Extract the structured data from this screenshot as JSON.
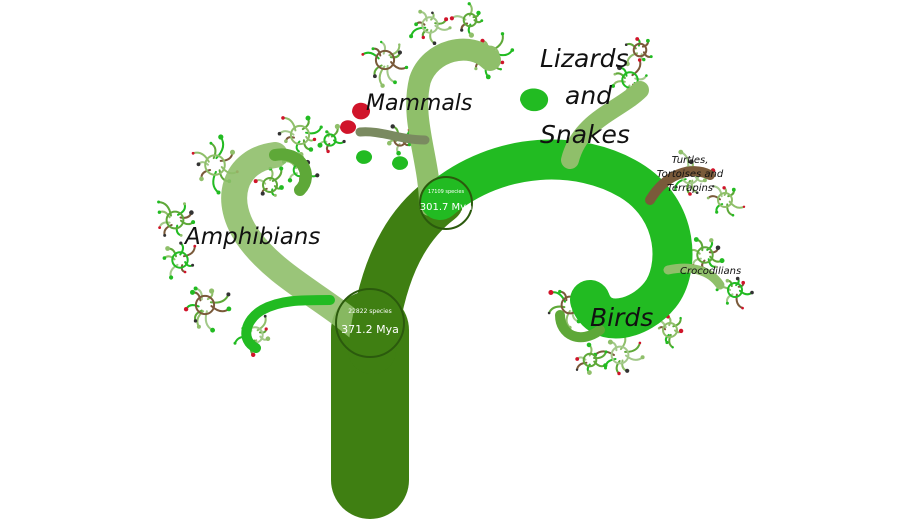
{
  "clades": {
    "amphibians": "Amphibians",
    "mammals": "Mammals",
    "lizards_line1": "Lizards",
    "lizards_line2": "and",
    "lizards_line3": "Snakes",
    "turtles_line1": "Turtles,",
    "turtles_line2": "Tortoises and",
    "turtles_line3": "Terrapins",
    "crocodilians": "Crocodilians",
    "birds": "Birds"
  },
  "nodes": {
    "root": {
      "species": "22822 species",
      "age": "371.2 Mya"
    },
    "amniote": {
      "species": "17109 species",
      "age": "301.7 Mya"
    }
  },
  "colors": {
    "trunk": "#3f7f12",
    "bright_branch": "#22bb22",
    "mid_branch": "#5ea838",
    "pale_branch": "#8fbf6a",
    "brown_twig": "#7a5a3a",
    "red_leaf": "#d0142a",
    "node_ring": "#2b5a0d"
  }
}
